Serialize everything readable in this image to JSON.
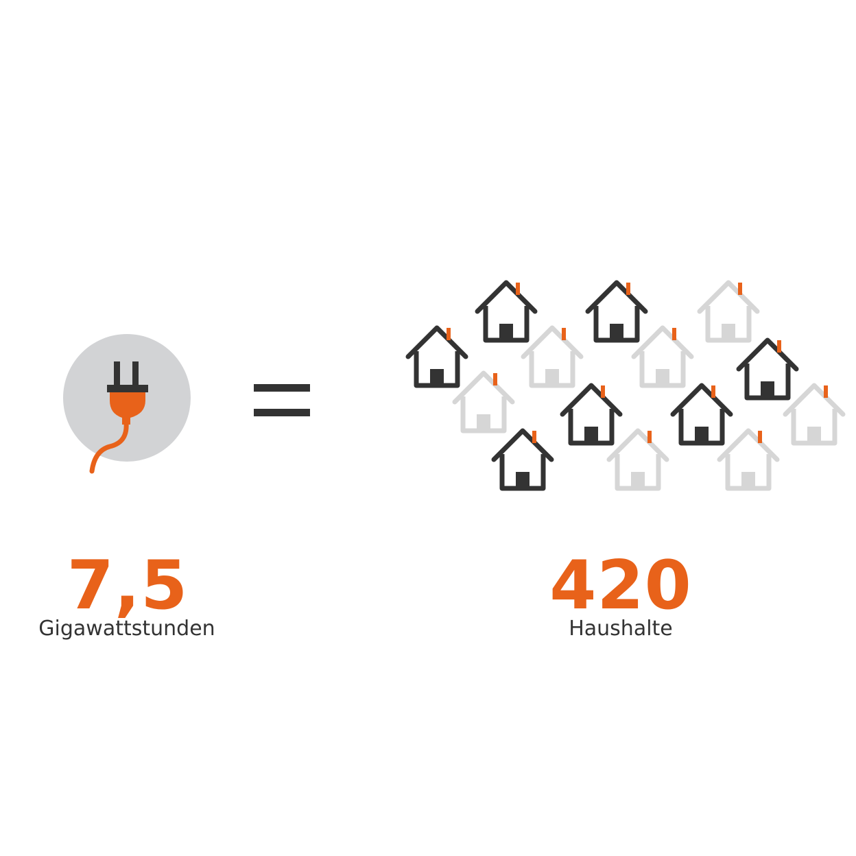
{
  "colors": {
    "accent": "#e8621a",
    "dark": "#333333",
    "light_gray": "#d6d6d6",
    "circle_gray": "#d2d3d5"
  },
  "left": {
    "icon": "power-plug-icon",
    "value": "7,5",
    "label": "Gigawattstunden"
  },
  "separator": {
    "icon": "equals-sign-icon"
  },
  "right": {
    "icon": "house-icon",
    "value": "420",
    "label": "Haushalte"
  }
}
